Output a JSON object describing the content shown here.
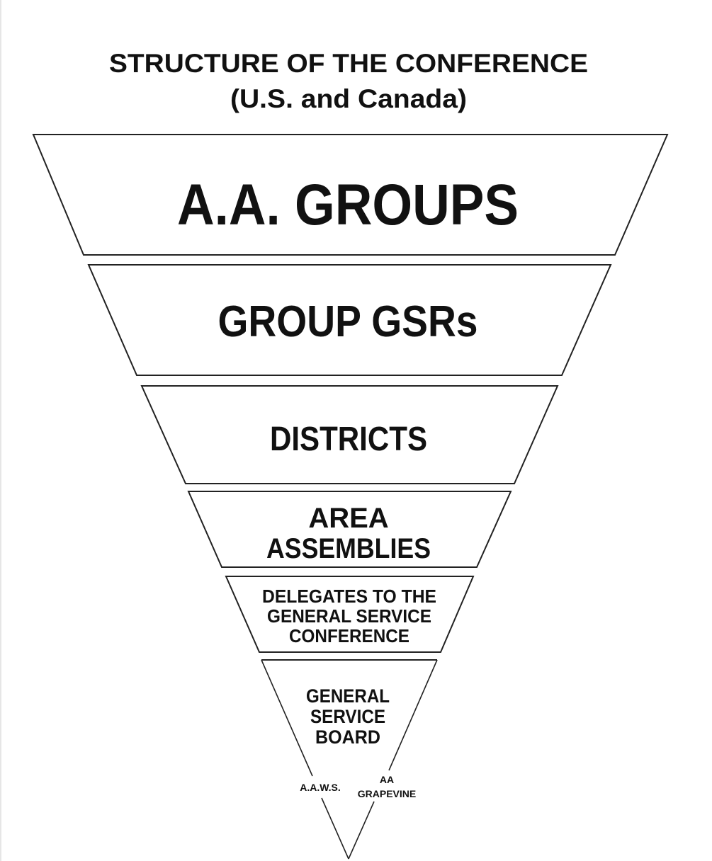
{
  "title": {
    "line1": "STRUCTURE OF THE CONFERENCE",
    "line2": "(U.S. and Canada)"
  },
  "levels": [
    {
      "lines": [
        "A.A. GROUPS"
      ]
    },
    {
      "lines": [
        "GROUP GSRs"
      ]
    },
    {
      "lines": [
        "DISTRICTS"
      ]
    },
    {
      "lines": [
        "AREA",
        "ASSEMBLIES"
      ]
    },
    {
      "lines": [
        "DELEGATES TO THE",
        "GENERAL SERVICE",
        "CONFERENCE"
      ]
    },
    {
      "lines": [
        "GENERAL",
        "SERVICE",
        "BOARD"
      ]
    }
  ],
  "branches": {
    "left": "A.A.W.S.",
    "right_line1": "AA",
    "right_line2": "GRAPEVINE"
  }
}
